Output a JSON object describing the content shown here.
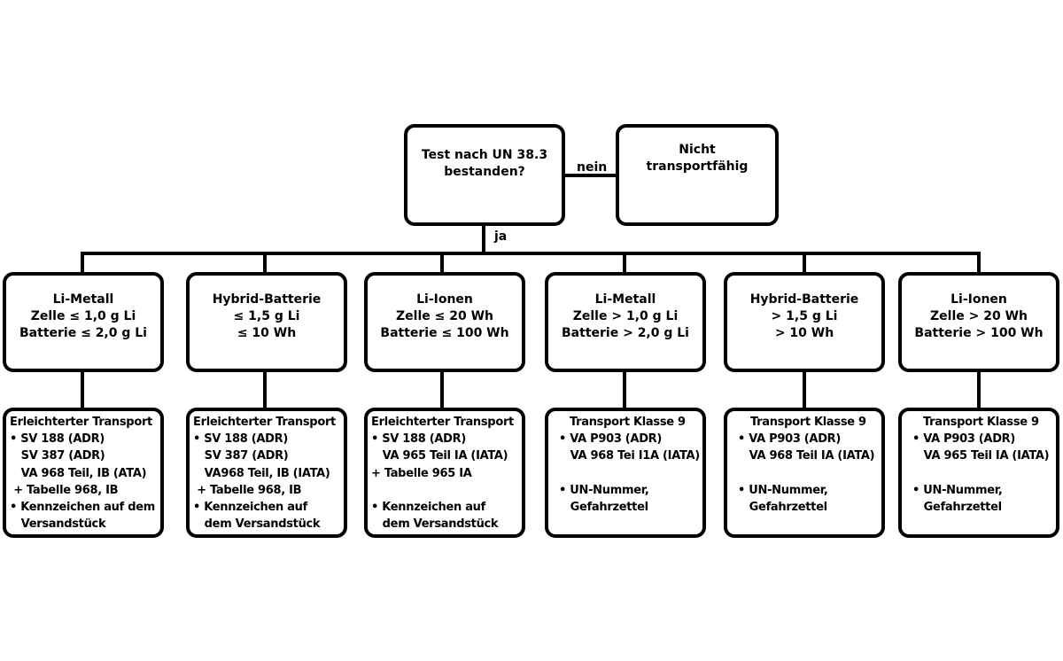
{
  "root": {
    "question_lines": [
      "Test nach UN 38.3",
      "bestanden?"
    ],
    "no_label": "nein",
    "yes_label": "ja",
    "not_transportable_lines": [
      "Nicht",
      "transportfähig"
    ]
  },
  "categories": [
    {
      "lines": [
        "Li-Metall",
        "Zelle ≤ 1,0 g Li",
        "Batterie ≤  2,0 g Li"
      ],
      "details": [
        "Erleichterter Transport",
        "• SV 188 (ADR)",
        "   SV 387 (ADR)",
        "   VA 968 Teil, IB (ATA)",
        " + Tabelle 968, IB",
        "• Kennzeichen auf dem",
        "   Versandstück"
      ]
    },
    {
      "lines": [
        "Hybrid-Batterie",
        "≤ 1,5 g Li",
        "≤ 10 Wh"
      ],
      "details": [
        "Erleichterter Transport",
        "• SV 188 (ADR)",
        "   SV 387 (ADR)",
        "   VA968 Teil, IB (IATA)",
        " + Tabelle 968, IB",
        "• Kennzeichen auf",
        "   dem Versandstück"
      ]
    },
    {
      "lines": [
        "Li-Ionen",
        "Zelle ≤ 20 Wh",
        "Batterie ≤ 100 Wh"
      ],
      "details": [
        "Erleichterter Transport",
        "• SV 188 (ADR)",
        "   VA 965 Teil IA (IATA)",
        "+ Tabelle 965 IA",
        "",
        "• Kennzeichen auf",
        "   dem Versandstück"
      ]
    },
    {
      "lines": [
        "Li-Metall",
        "Zelle > 1,0 g Li",
        "Batterie > 2,0 g Li"
      ],
      "details": [
        "Transport Klasse 9",
        "• VA P903 (ADR)",
        "   VA 968 Tei I1A (IATA)",
        "",
        "• UN-Nummer,",
        "   Gefahrzettel"
      ]
    },
    {
      "lines": [
        "Hybrid-Batterie",
        "> 1,5 g Li",
        "> 10 Wh"
      ],
      "details": [
        "Transport Klasse 9",
        "• VA P903 (ADR)",
        "   VA 968 Teil IA (IATA)",
        "",
        "• UN-Nummer,",
        "   Gefahrzettel"
      ]
    },
    {
      "lines": [
        "Li-Ionen",
        "Zelle > 20 Wh",
        "Batterie > 100 Wh"
      ],
      "details": [
        "Transport Klasse 9",
        "• VA P903 (ADR)",
        "   VA 965 Teil IA (IATA)",
        "",
        "• UN-Nummer,",
        "   Gefahrzettel"
      ]
    }
  ]
}
